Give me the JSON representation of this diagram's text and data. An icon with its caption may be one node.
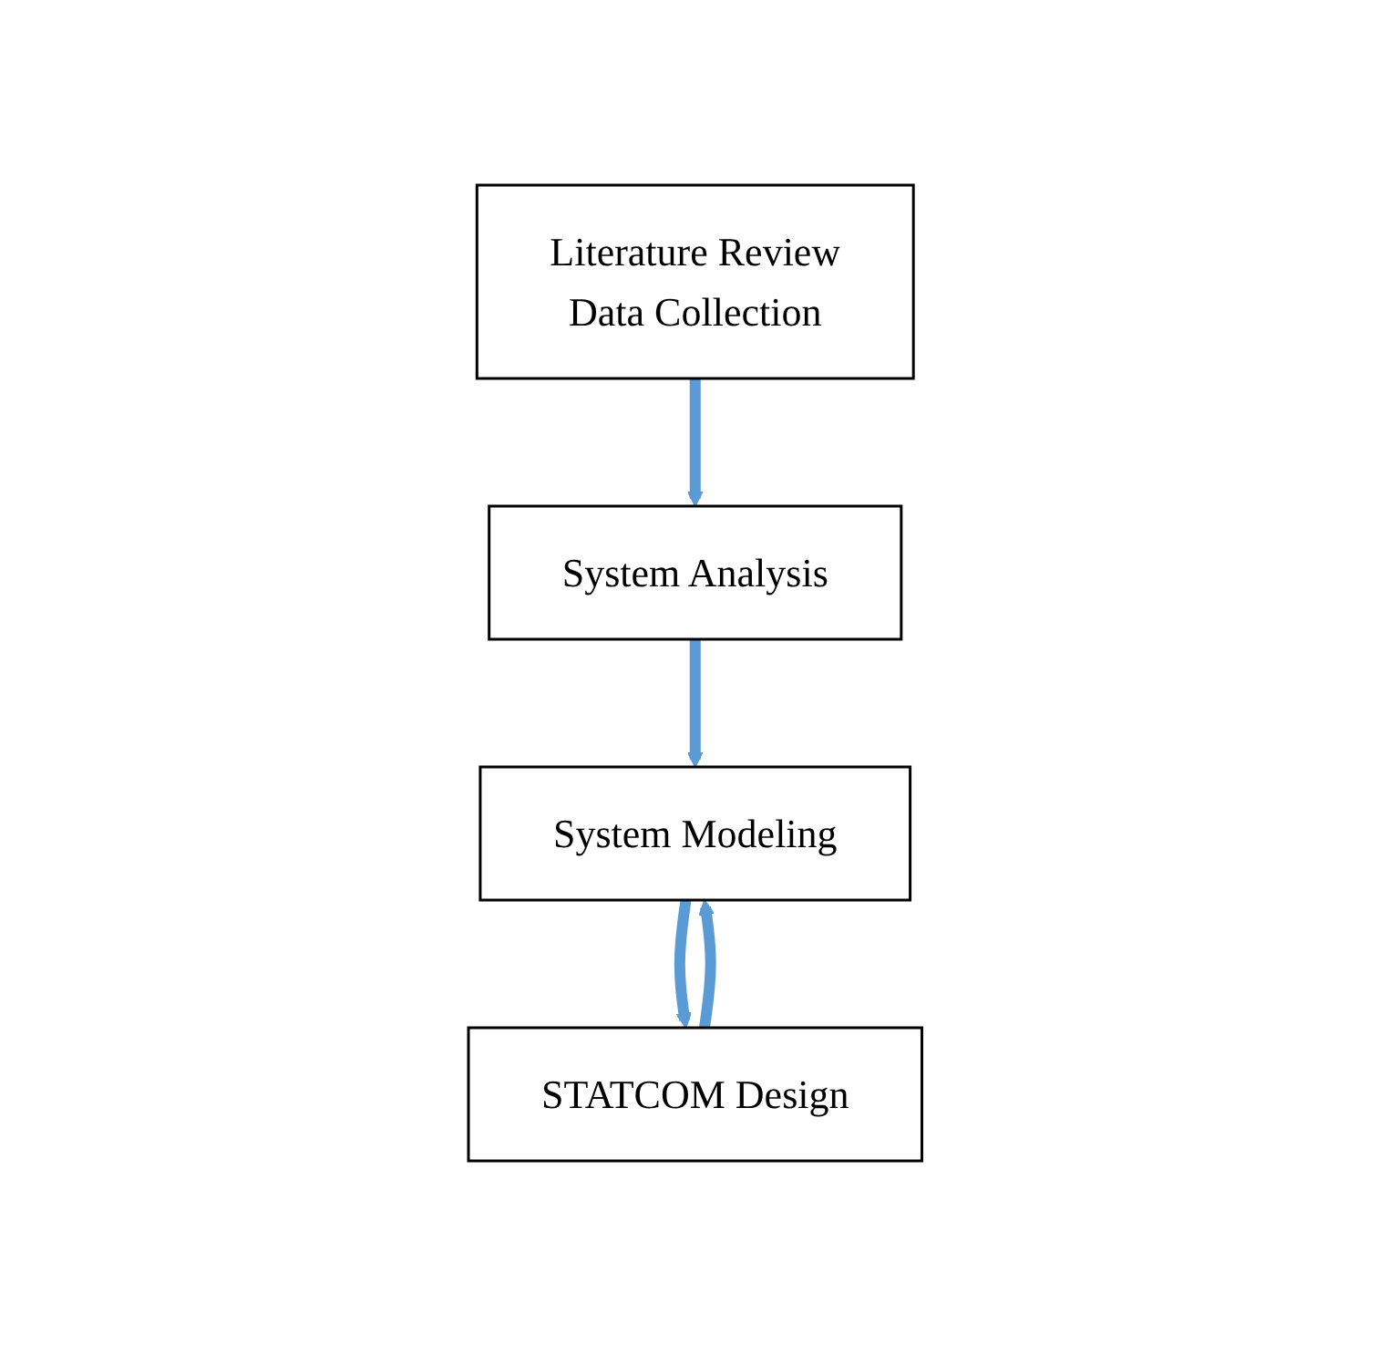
{
  "diagram": {
    "nodes": [
      {
        "text": [
          "Literature Review",
          "Data Collection"
        ]
      },
      {
        "text": [
          "System Analysis"
        ]
      },
      {
        "text": [
          "System Modeling"
        ]
      },
      {
        "text": [
          "STATCOM Design"
        ]
      }
    ],
    "edges": [
      {
        "from": 0,
        "to": 1,
        "arrow": "to"
      },
      {
        "from": 1,
        "to": 2,
        "arrow": "to"
      },
      {
        "from": 2,
        "to": 3,
        "arrow": "to"
      },
      {
        "from": 3,
        "to": 2,
        "arrow": "to"
      }
    ]
  }
}
